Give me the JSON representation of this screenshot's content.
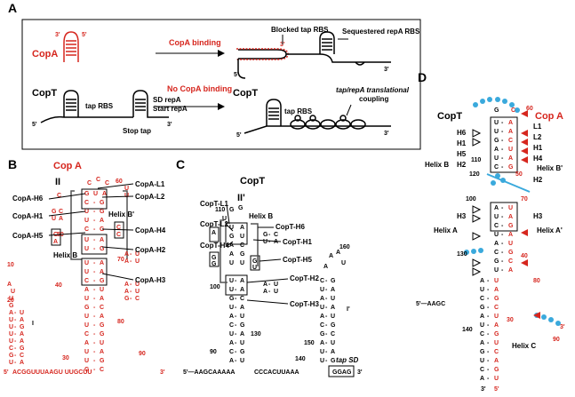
{
  "colors": {
    "accent_red": "#d6261e",
    "loop_blue": "#3aa9dc",
    "black": "#000000"
  },
  "panel_a": {
    "label": "A",
    "copa": "CopA",
    "copa_binding": "CopA binding",
    "no_copa_binding": "No CopA binding",
    "blocked_tap_rbs": "Blocked tap RBS",
    "sequestered_repa_rbs": "Sequestered repA RBS",
    "copt": "CopT",
    "copt2": "CopT",
    "tap_rbs": "tap RBS",
    "tap_rbs2": "tap RBS",
    "sd_repa": "SD repA",
    "start_repa": "Start repA",
    "stop_tap": "Stop tap",
    "coupling1": "tap/repA translational",
    "coupling2": "coupling",
    "end3": "3'",
    "end5": "5'"
  },
  "panel_b": {
    "label": "B",
    "title": "Cop A",
    "roman2": "II",
    "roman1": "I",
    "helix_b": "Helix B",
    "helix_bp": "Helix B'",
    "labels": [
      "CopA-L1",
      "CopA-L2",
      "CopA-H6",
      "CopA-H1",
      "CopA-H4",
      "CopA-H5",
      "CopA-H2",
      "CopA-H3"
    ],
    "num10": "10",
    "num20": "20",
    "num30": "30",
    "num40": "40",
    "num50": "50",
    "num60": "60",
    "num70": "70",
    "num80": "80",
    "num90": "90",
    "bottom_seq": "ACGGUUUAAGU UUGCUU",
    "end5": "5'",
    "end3": "3'"
  },
  "panel_c": {
    "label": "C",
    "title": "CopT",
    "roman2p": "II'",
    "roman1p": "I'",
    "helix_b": "Helix B",
    "labels": [
      "CopT-L1",
      "CopT-L2",
      "CopT-H4",
      "CopT-H6",
      "CopT-H1",
      "CopT-H5",
      "CopT-H2",
      "CopT-H3"
    ],
    "num90": "90",
    "num100": "100",
    "num110": "110",
    "num130": "130",
    "num140": "140",
    "num150": "150",
    "num160": "160",
    "bottom_seq": "5'—AAGCAAAAA",
    "bottom_seq2": "CCCACUUAAA",
    "tap_sd": "tap SD",
    "ggag": "GGAG",
    "end3": "3'"
  },
  "panel_d": {
    "label": "D",
    "copt": "CopT",
    "copa": "Cop A",
    "helix_b": "Helix B",
    "helix_bp": "Helix B'",
    "helix_a": "Helix A",
    "helix_ap": "Helix A'",
    "helix_c": "Helix C",
    "left_labels": [
      "H6",
      "H1",
      "H5",
      "H2",
      "H3"
    ],
    "right_labels": [
      "L1",
      "L2",
      "H1",
      "H4",
      "H2",
      "H3"
    ],
    "num60": "60",
    "num50": "50",
    "num70": "70",
    "num40": "40",
    "num30": "30",
    "num80": "80",
    "num90": "90",
    "num100": "100",
    "num110": "110",
    "num120": "120",
    "num130": "130",
    "num140": "140",
    "left_seq": "5'—AAGC",
    "end3": "3'",
    "end3b": "3'",
    "end5": "5'"
  }
}
